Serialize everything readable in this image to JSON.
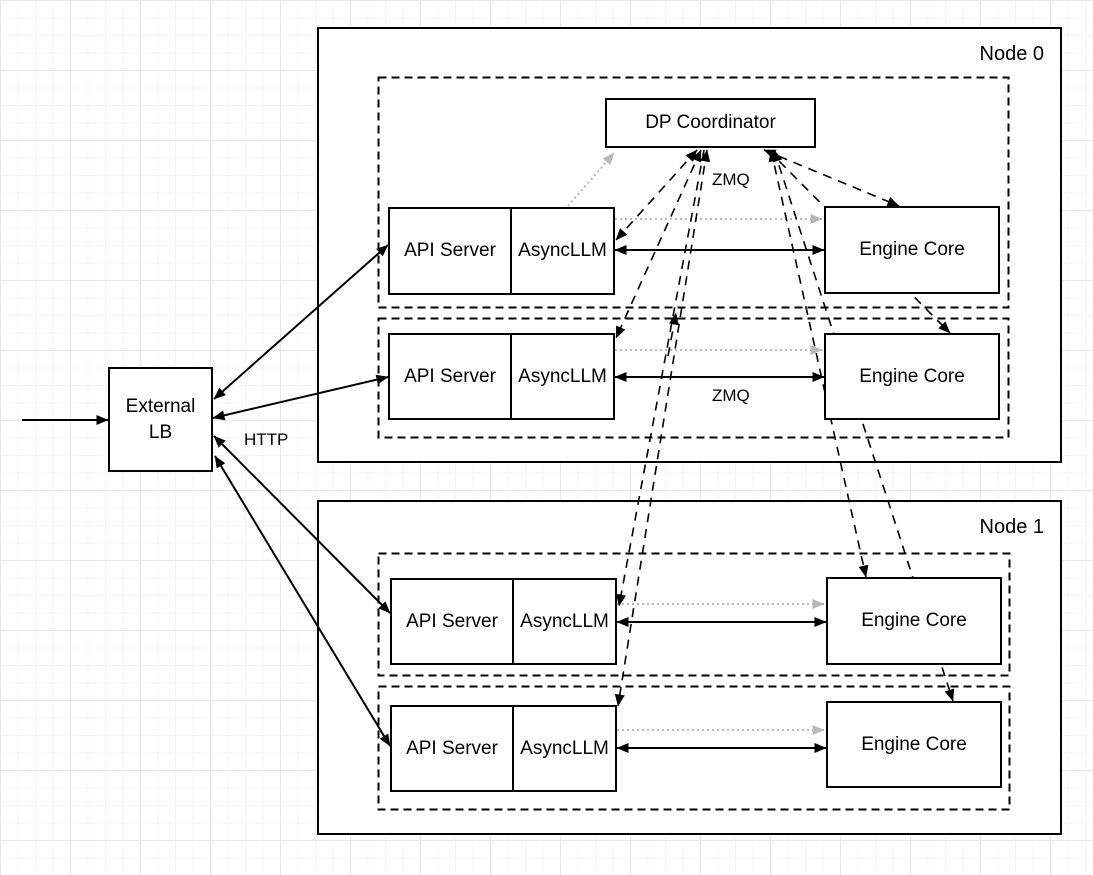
{
  "diagram": {
    "nodes": [
      {
        "label": "Node 0"
      },
      {
        "label": "Node 1"
      }
    ],
    "coordinator": {
      "label": "DP Coordinator"
    },
    "external_lb": {
      "line1": "External",
      "line2": "LB"
    },
    "edge_labels": {
      "http": "HTTP",
      "zmq_coordinator": "ZMQ",
      "zmq_engine": "ZMQ"
    },
    "rows": [
      {
        "api_server": "API Server",
        "asyncllm": "AsyncLLM",
        "engine_core": "Engine Core"
      },
      {
        "api_server": "API Server",
        "asyncllm": "AsyncLLM",
        "engine_core": "Engine Core"
      },
      {
        "api_server": "API Server",
        "asyncllm": "AsyncLLM",
        "engine_core": "Engine Core"
      },
      {
        "api_server": "API Server",
        "asyncllm": "AsyncLLM",
        "engine_core": "Engine Core"
      }
    ],
    "colors": {
      "stroke": "#000000",
      "gray_link": "#b8b8b8",
      "box_fill": "#ffffff"
    }
  }
}
